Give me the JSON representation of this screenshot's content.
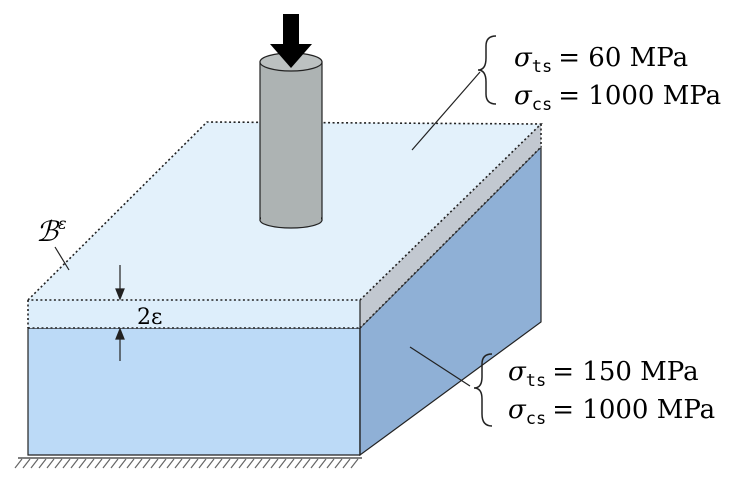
{
  "top_layer": {
    "sigma_ts_sub": "ts",
    "sigma_ts_value": "= 60 MPa",
    "sigma_cs_sub": "cs",
    "sigma_cs_value": "= 1000 MPa"
  },
  "bottom_layer": {
    "sigma_ts_sub": "ts",
    "sigma_ts_value": "= 150 MPa",
    "sigma_cs_sub": "cs",
    "sigma_cs_value": "= 1000 MPa"
  },
  "band_label": "ℬ",
  "band_label_sup": "ε",
  "thickness_label": "2ε",
  "sigma_symbol": "σ",
  "colors": {
    "top_face": "#e3f1fb",
    "band_front": "#ddeefb",
    "front_face": "#bcdaf7",
    "side_face": "#8fb0d6",
    "band_side": "#c2c8d0",
    "punch_body": "#adb3b3",
    "arrow": "#000000"
  }
}
